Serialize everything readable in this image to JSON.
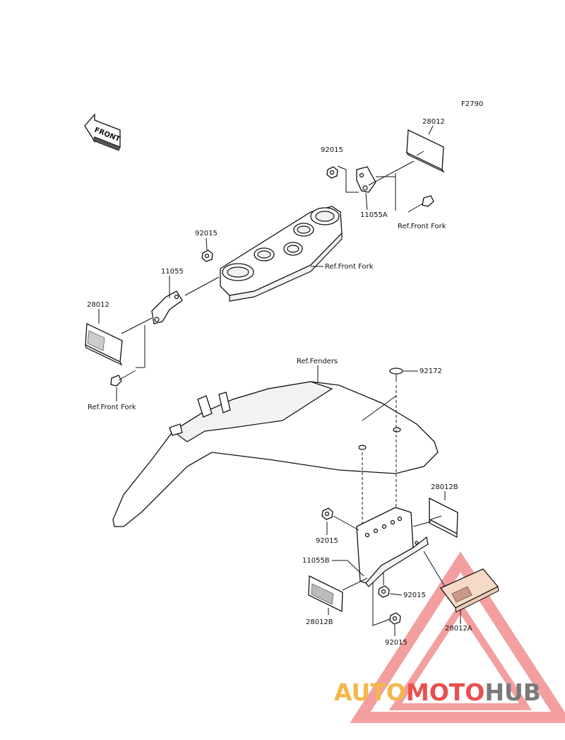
{
  "figure_code": "F2790",
  "front_label": "FRONT",
  "labels": {
    "reflector_left": "28012",
    "reflector_right": "28012",
    "nut_left": "92015",
    "nut_right": "92015",
    "bracket_left": "11055",
    "bracket_right": "11055A",
    "ref_front_fork_top": "Ref.Front Fork",
    "ref_front_fork_mid": "Ref.Front Fork",
    "ref_front_fork_bottom": "Ref.Front Fork",
    "ref_fenders": "Ref.Fenders",
    "screw_92172": "92172",
    "reflector_rear_right": "28012B",
    "reflector_rear_left": "28012B",
    "reflector_rear_center": "28012A",
    "bracket_rear": "11055B",
    "nut_rear_upper": "92015",
    "nut_rear_mid": "92015",
    "nut_rear_lower": "92015"
  },
  "watermark": {
    "part1": "AUTO",
    "part2": "MOTO",
    "part3": "HUB",
    "color_triangle": "#f08080",
    "color_auto": "#f2b84b",
    "color_moto": "#e85050",
    "color_hub": "#7a7a7a"
  }
}
